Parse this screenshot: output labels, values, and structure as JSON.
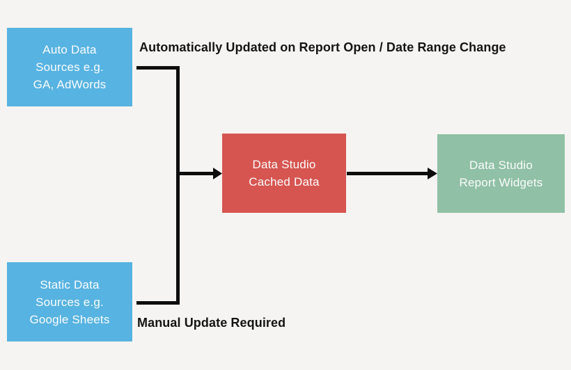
{
  "canvas": {
    "background": "#f5f4f2"
  },
  "labels": {
    "top": "Automatically Updated on Report Open / Date Range Change",
    "bottom": "Manual Update Required"
  },
  "nodes": {
    "auto_sources": {
      "text": "Auto Data\nSources e.g.\nGA, AdWords",
      "color": "#57b3e1"
    },
    "static_sources": {
      "text": "Static Data\nSources e.g.\nGoogle Sheets",
      "color": "#57b3e1"
    },
    "cached_data": {
      "text": "Data Studio\nCached Data",
      "color": "#d65550"
    },
    "report_widgets": {
      "text": "Data Studio\nReport Widgets",
      "color": "#90c0a5"
    }
  },
  "connectors": {
    "color": "#0d0d0d"
  }
}
